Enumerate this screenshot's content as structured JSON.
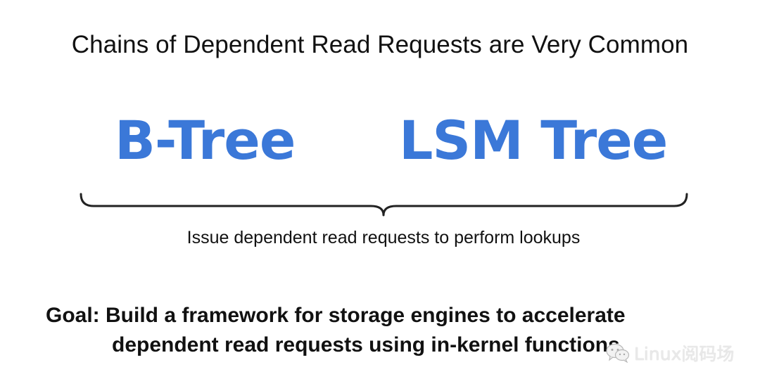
{
  "slide": {
    "title": "Chains of Dependent Read Requests are Very Common",
    "terms": [
      "B-Tree",
      "LSM Tree"
    ],
    "brace_caption": "Issue dependent read requests to perform lookups",
    "goal_line1": "Goal: Build a framework for storage engines to accelerate",
    "goal_line2": "dependent read requests using in-kernel functions"
  },
  "watermark": {
    "text": "Linux阅码场",
    "icon": "wechat-icon"
  },
  "colors": {
    "accent": "#3b78d8",
    "text": "#111111",
    "background": "#ffffff"
  }
}
